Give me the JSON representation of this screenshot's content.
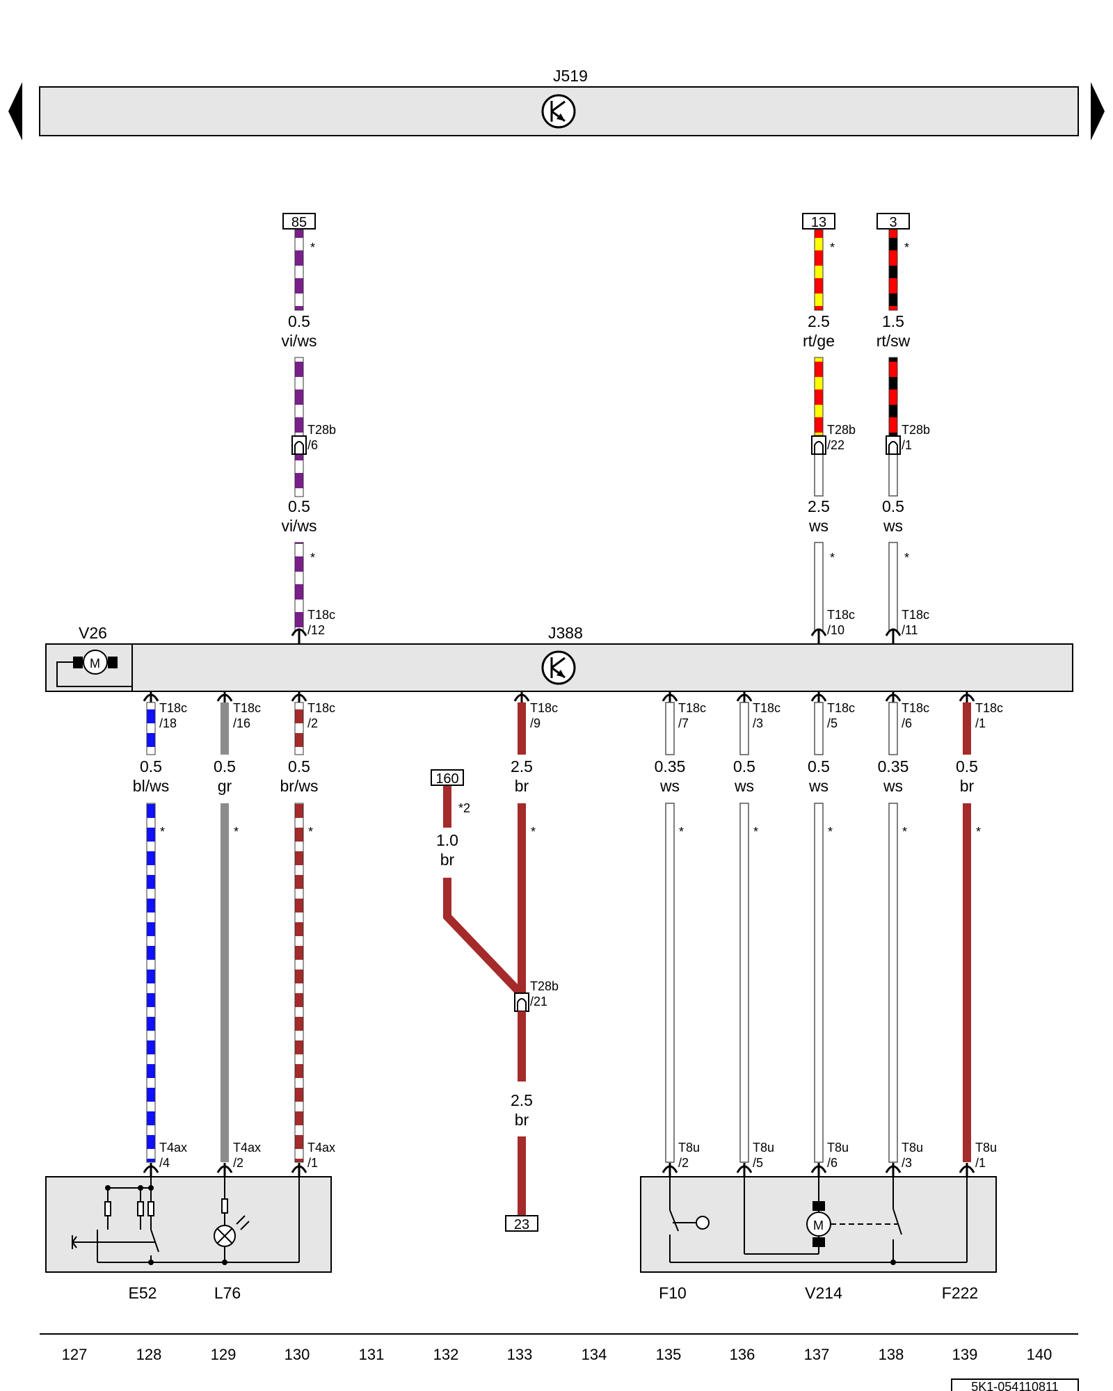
{
  "title": "J519",
  "control_unit": {
    "name": "J388",
    "motor": "V26",
    "motor_symbol": "M"
  },
  "wire_colors": {
    "vi": "#7a1e8c",
    "ws": "#ffffff",
    "rt": "#ff0000",
    "ge": "#ffff00",
    "sw": "#000000",
    "bl": "#1010ff",
    "gr": "#8c8c8c",
    "br": "#a52a2a"
  },
  "top_refs": [
    "85",
    "13",
    "3"
  ],
  "top_wires": [
    {
      "ref": "85",
      "s1": "0.5",
      "c1": "vi/ws",
      "conn1": "T28b",
      "pin1": "/6",
      "s2": "0.5",
      "c2": "vi/ws",
      "conn2": "T18c",
      "pin2": "/12"
    },
    {
      "ref": "13",
      "s1": "2.5",
      "c1": "rt/ge",
      "conn1": "T28b",
      "pin1": "/22",
      "s2": "2.5",
      "c2": "ws",
      "conn2": "T18c",
      "pin2": "/10"
    },
    {
      "ref": "3",
      "s1": "1.5",
      "c1": "rt/sw",
      "conn1": "T28b",
      "pin1": "/1",
      "s2": "0.5",
      "c2": "ws",
      "conn2": "T18c",
      "pin2": "/11"
    }
  ],
  "bottom_wires": [
    {
      "conn": "T18c",
      "pin": "/18",
      "size": "0.5",
      "color": "bl/ws",
      "end_conn": "T4ax",
      "end_pin": "/4"
    },
    {
      "conn": "T18c",
      "pin": "/16",
      "size": "0.5",
      "color": "gr",
      "end_conn": "T4ax",
      "end_pin": "/2"
    },
    {
      "conn": "T18c",
      "pin": "/2",
      "size": "0.5",
      "color": "br/ws",
      "end_conn": "T4ax",
      "end_pin": "/1"
    },
    {
      "conn": "T18c",
      "pin": "/7",
      "size": "0.35",
      "color": "ws",
      "end_conn": "T8u",
      "end_pin": "/2"
    },
    {
      "conn": "T18c",
      "pin": "/3",
      "size": "0.5",
      "color": "ws",
      "end_conn": "T8u",
      "end_pin": "/5"
    },
    {
      "conn": "T18c",
      "pin": "/5",
      "size": "0.5",
      "color": "ws",
      "end_conn": "T8u",
      "end_pin": "/6"
    },
    {
      "conn": "T18c",
      "pin": "/6",
      "size": "0.35",
      "color": "ws",
      "end_conn": "T8u",
      "end_pin": "/3"
    },
    {
      "conn": "T18c",
      "pin": "/1",
      "size": "0.5",
      "color": "br",
      "end_conn": "T8u",
      "end_pin": "/1"
    }
  ],
  "center_wire": {
    "conn": "T18c",
    "pin": "/9",
    "size": "2.5",
    "color": "br",
    "branch_ref": "160",
    "branch_note": "*2",
    "branch_size": "1.0",
    "branch_color": "br",
    "splice_conn": "T28b",
    "splice_pin": "/21",
    "lower_size": "2.5",
    "lower_color": "br",
    "end_ref": "23"
  },
  "wire_marker": "*",
  "components": [
    "E52",
    "L76",
    "F10",
    "V214",
    "F222"
  ],
  "column_numbers": [
    "127",
    "128",
    "129",
    "130",
    "131",
    "132",
    "133",
    "134",
    "135",
    "136",
    "137",
    "138",
    "139",
    "140"
  ],
  "doc_id": "5K1-054110811"
}
